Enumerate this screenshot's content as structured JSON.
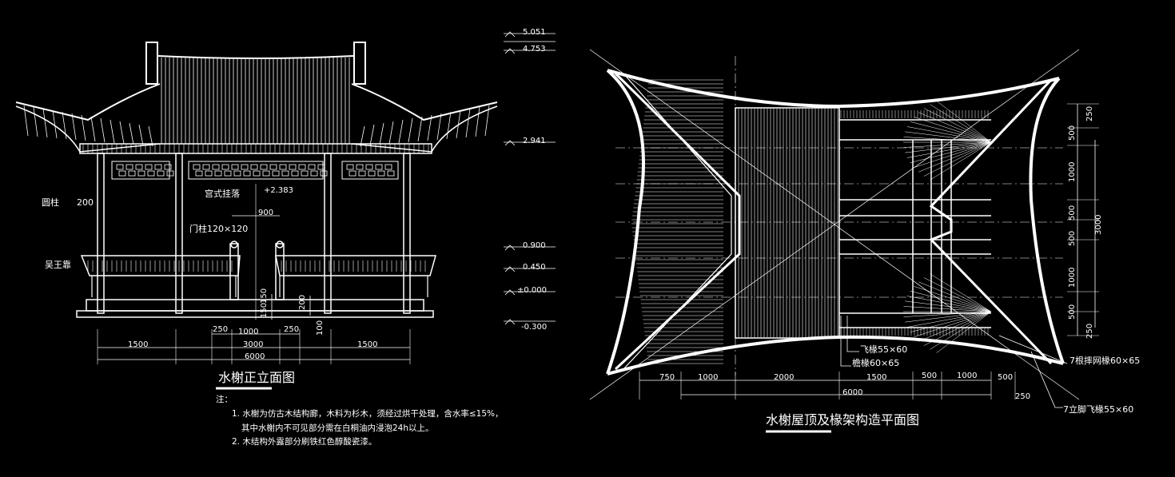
{
  "elevation": {
    "title": "水榭正立面图",
    "labels": {
      "column": "圆柱",
      "column_size": "200",
      "hanging": "宫式挂落",
      "door_post": "门柱120×120",
      "bench": "吴王靠"
    },
    "levels": [
      "5.051",
      "4.753",
      "2.941",
      "+2.383",
      "0.900",
      "0.450",
      "±0.000",
      "-0.300"
    ],
    "dims": {
      "d900": "900",
      "d250a": "250",
      "d1000": "1000",
      "d250b": "250",
      "d3000": "3000",
      "d1500a": "1500",
      "d1500b": "1500",
      "d6000": "6000",
      "d150a": "150",
      "d150b": "150",
      "d200": "200",
      "d100": "100"
    },
    "notes": {
      "heading": "注：",
      "line1": "1.  水榭为仿古木结构廊，木料为杉木，须经过烘干处理，含水率≤15%，",
      "line2": "其中水榭内不可见部分需在白桐油内浸泡24h以上。",
      "line3": "2.  木结构外露部分刷铁红色醇酸瓷漆。"
    }
  },
  "plan": {
    "title": "水榭屋顶及椽架构造平面图",
    "labels": {
      "flying_rafter": "飞椽55×60",
      "eave_rafter": "檐椽60×65",
      "net_rafter": "7根摔网椽60×65",
      "corner_rafter": "7立脚飞椽55×60"
    },
    "dims_bottom": [
      "750",
      "1000",
      "2000",
      "1500",
      "500",
      "1000",
      "500"
    ],
    "dim_total": "6000",
    "dim_250": "250",
    "dims_right": [
      "250",
      "500",
      "1000",
      "500",
      "500",
      "1000",
      "500",
      "250"
    ],
    "dim_right_total": "3000"
  },
  "colors": {
    "background": "#000000",
    "line": "#ffffff"
  }
}
